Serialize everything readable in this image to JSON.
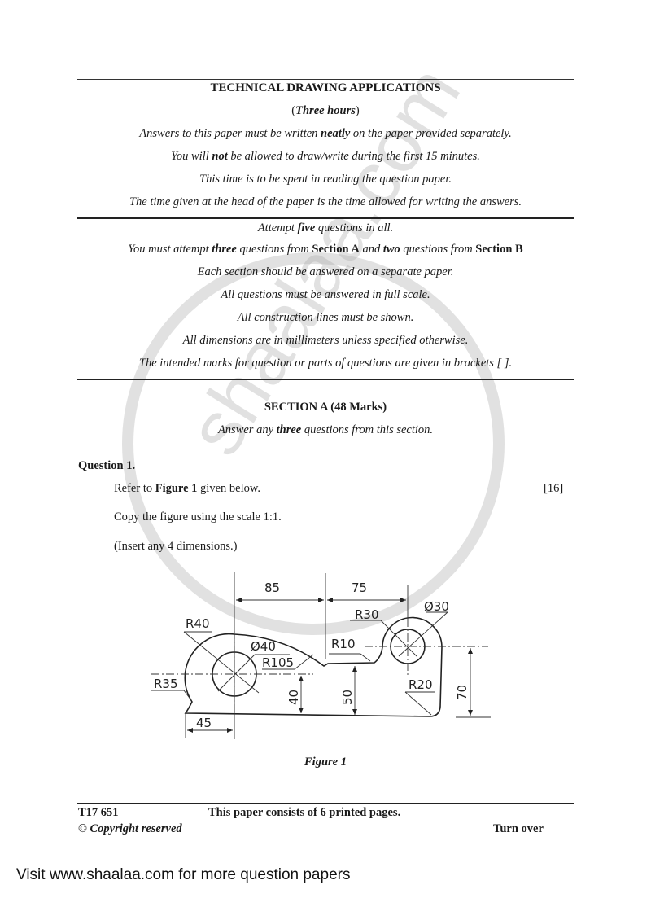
{
  "header": {
    "title": "TECHNICAL DRAWING APPLICATIONS",
    "duration_open": "(",
    "duration": "Three hours",
    "duration_close": ")",
    "instructions": [
      {
        "pre": "Answers to this paper must be written ",
        "bold": "neatly",
        "post": " on the paper provided separately."
      },
      {
        "pre": "You will ",
        "bold": "not",
        "post": " be allowed to draw/write during the first 15 minutes."
      },
      {
        "pre": "This time is to be spent in reading the question paper.",
        "bold": "",
        "post": ""
      },
      {
        "pre": "The time given at the head of the paper is the time allowed for writing the answers.",
        "bold": "",
        "post": ""
      }
    ]
  },
  "rules": {
    "line1": {
      "pre": "Attempt ",
      "bold": "five",
      "post": " questions in all."
    },
    "line2": {
      "p1": "You must attempt ",
      "b1": "three",
      "p2": " questions from ",
      "b2": "Section A",
      "p3": " and ",
      "b3": "two",
      "p4": " questions from ",
      "b4": "Section B"
    },
    "line3": "Each section should be answered on a separate paper.",
    "line4": "All questions must be answered in full scale.",
    "line5": "All construction lines must be shown.",
    "line6": "All dimensions are in millimeters unless specified otherwise.",
    "line7": "The intended marks for question or parts of questions are given in brackets [ ]."
  },
  "section": {
    "heading": "SECTION A (48 Marks)",
    "sub_pre": "Answer any ",
    "sub_bold": "three",
    "sub_post": " questions from this section."
  },
  "question": {
    "label": "Question 1.",
    "line1_pre": "Refer to ",
    "line1_bold": "Figure 1",
    "line1_post": " given below.",
    "marks": "[16]",
    "line2": "Copy the figure using the scale 1:1.",
    "line3": "(Insert any 4 dimensions.)"
  },
  "figure": {
    "caption": "Figure 1",
    "dimensions": {
      "d85": "85",
      "d75": "75",
      "r40": "R40",
      "r30": "R30",
      "dia30": "Ø30",
      "dia40": "Ø40",
      "r105": "R105",
      "r10": "R10",
      "r35": "R35",
      "r20": "R20",
      "d40": "40",
      "d50": "50",
      "d70": "70",
      "d45": "45"
    }
  },
  "footer": {
    "code": "T17 651",
    "pages": "This paper consists of 6 printed pages.",
    "copyright": "© Copyright reserved",
    "turn_over": "Turn over"
  },
  "watermark": "shaalaa.com",
  "site_link": "Visit www.shaalaa.com for more question papers"
}
